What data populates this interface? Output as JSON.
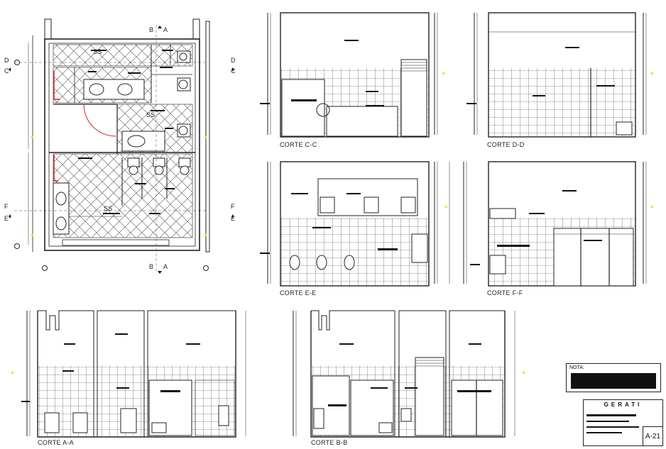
{
  "sheet": {
    "section_labels": {
      "cc": "CORTE C-C",
      "dd": "CORTE D-D",
      "ee": "CORTE E-E",
      "ff": "CORTE F-F",
      "aa": "CORTE A-A",
      "bb": "CORTE B-B"
    },
    "plan_markers": {
      "b_top": "B",
      "a_top": "A",
      "b_bottom": "B",
      "a_bottom": "A",
      "d_left": "D",
      "c_left": "C",
      "d_right": "D",
      "c_right": "C",
      "f_left": "F",
      "e_left": "E",
      "f_right": "F",
      "e_right": "E",
      "ss1": "SS",
      "ss2": "SS",
      "ss3": "SS"
    },
    "note": {
      "title": "NOTA:"
    },
    "title_block": {
      "company": "GERATI",
      "sheet_number": "A-21"
    },
    "colors": {
      "line": "#222222",
      "hatch": "#555555",
      "door": "#d42020",
      "marker": "#e6e600"
    }
  }
}
